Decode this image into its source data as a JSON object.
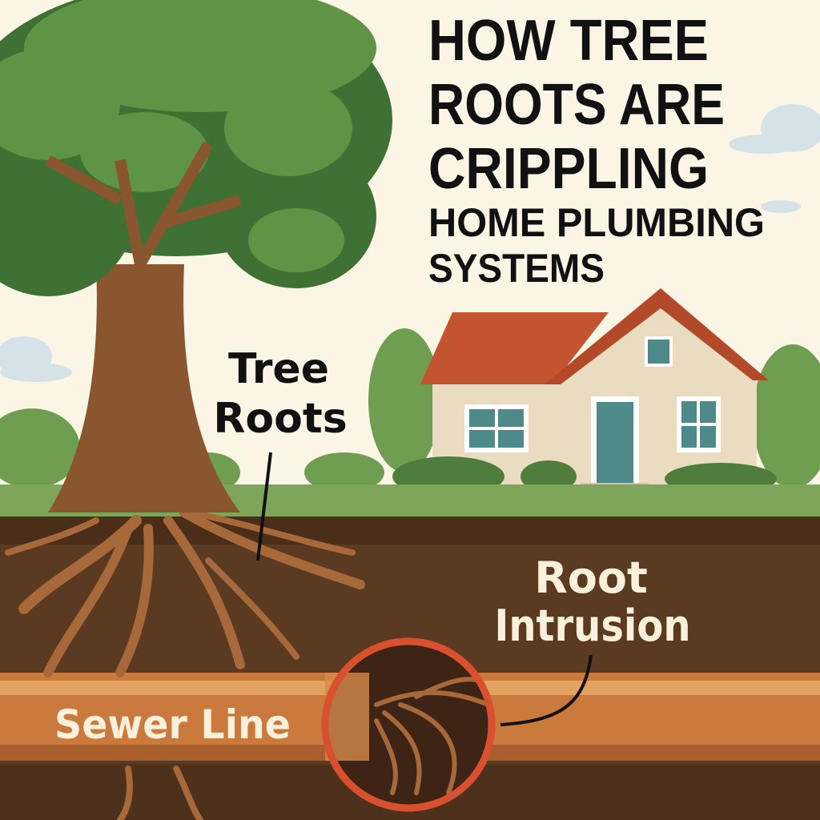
{
  "title": {
    "lines": [
      "HOW TREE",
      "ROOTS ARE",
      "CRIPPLING",
      "HOME PLUMBING",
      "SYSTEMS"
    ]
  },
  "labels": {
    "tree_roots": [
      "Tree",
      "Roots"
    ],
    "root_intrusion": [
      "Root",
      "Intrusion"
    ],
    "sewer_line": "Sewer Line"
  },
  "colors": {
    "sky": "#fbf5e6",
    "grass": "#7ea65a",
    "soil": "#5b3a22",
    "soil_top": "#4a2e1a",
    "pipe": "#c97a3c",
    "pipe_light": "#e3a262",
    "highlight_ring": "#d9502f",
    "roof": "#c2552f",
    "wall": "#e9dcc0",
    "door": "#4f8a8b",
    "canopy": "#5f9446",
    "canopy_dark": "#3f7034",
    "trunk": "#8a5630",
    "root": "#a8693a"
  }
}
